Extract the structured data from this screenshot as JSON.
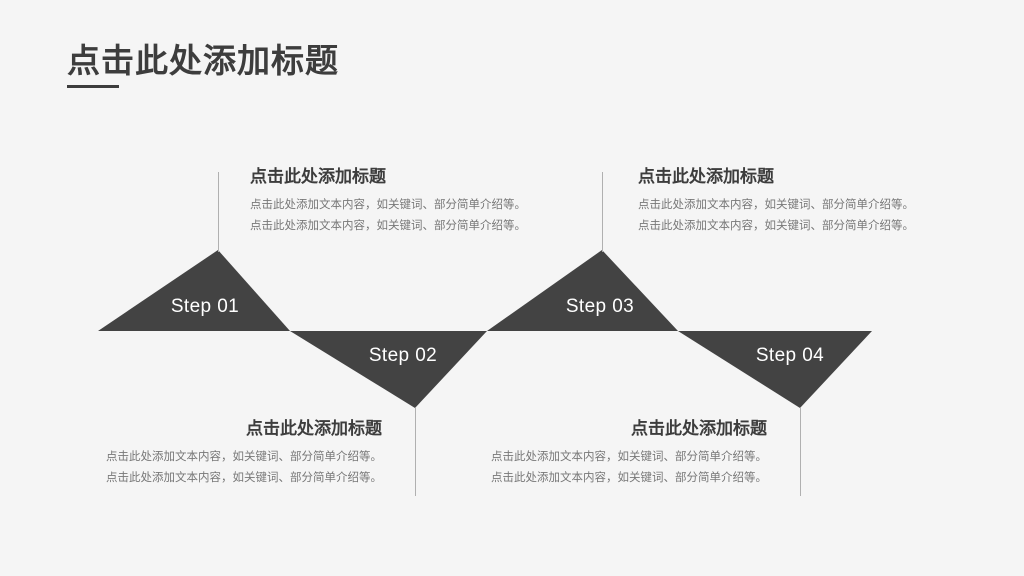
{
  "slide": {
    "background_color": "#f5f5f5",
    "accent_color": "#434343",
    "title_color": "#3d3d3d",
    "body_text_color": "#777777",
    "rule_color": "#b0b0b0",
    "title": "点击此处添加标题"
  },
  "steps": [
    {
      "id": "step-01",
      "label": "Step 01",
      "direction": "up",
      "title": "点击此处添加标题",
      "lines": [
        "点击此处添加文本内容，如关键词、部分简单介绍等。",
        "点击此处添加文本内容，如关键词、部分简单介绍等。"
      ]
    },
    {
      "id": "step-02",
      "label": "Step 02",
      "direction": "down",
      "title": "点击此处添加标题",
      "lines": [
        "点击此处添加文本内容，如关键词、部分简单介绍等。",
        "点击此处添加文本内容，如关键词、部分简单介绍等。"
      ]
    },
    {
      "id": "step-03",
      "label": "Step 03",
      "direction": "up",
      "title": "点击此处添加标题",
      "lines": [
        "点击此处添加文本内容，如关键词、部分简单介绍等。",
        "点击此处添加文本内容，如关键词、部分简单介绍等。"
      ]
    },
    {
      "id": "step-04",
      "label": "Step 04",
      "direction": "down",
      "title": "点击此处添加标题",
      "lines": [
        "点击此处添加文本内容，如关键词、部分简单介绍等。",
        "点击此处添加文本内容，如关键词、部分简单介绍等。"
      ]
    }
  ]
}
